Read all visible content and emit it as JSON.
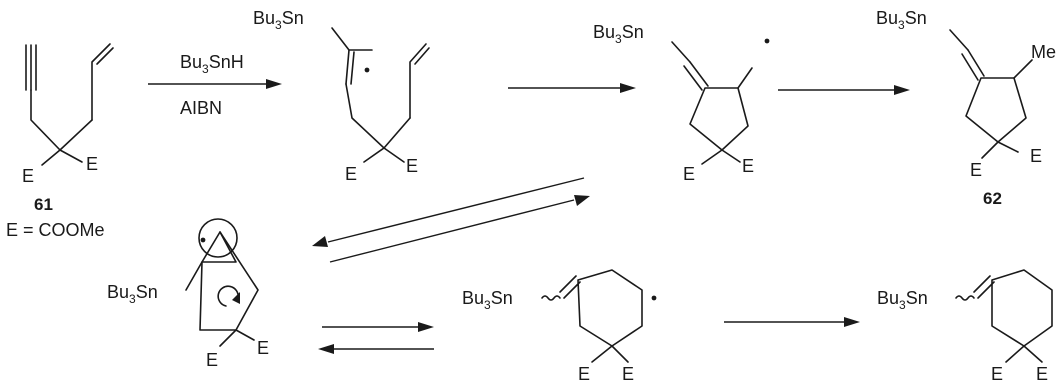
{
  "reagents": {
    "reagent_1_main": "Bu",
    "reagent_1_sub": "3",
    "reagent_1_tail": "SnH",
    "reagent_2": "AIBN"
  },
  "labels": {
    "compound_61": "61",
    "definition": "E = COOMe",
    "compound_62": "62"
  },
  "groups": {
    "bu": "Bu",
    "bu_sub": "3",
    "sn": "Sn",
    "ester": "E",
    "methyl": "Me"
  }
}
